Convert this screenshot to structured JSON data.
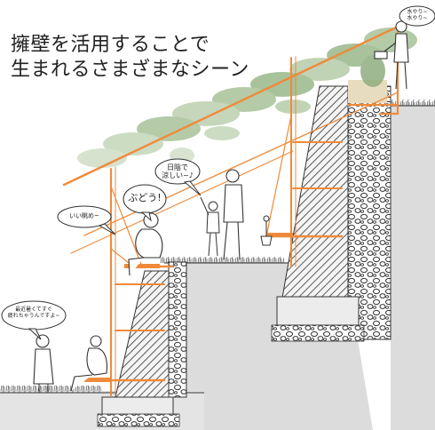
{
  "title": {
    "line1": "擁壁を活用することで",
    "line2": "生まれるさまざまなシーン"
  },
  "bubbles": {
    "water_line1": "水やり~",
    "water_line2": "水やり~",
    "shade_line1": "日陰で",
    "shade_line2": "涼しい~♪",
    "grapes": "ぶどう!",
    "view": "いい眺め~",
    "hot_line1": "最近暑くてすぐ",
    "hot_line2": "疲れちゃうんですよ~"
  },
  "colors": {
    "frame": "#f08a3a",
    "stone": "#555555",
    "ground": "#dcdcdc",
    "foliage": "#9ab88a",
    "soil": "#e8dcc0"
  }
}
